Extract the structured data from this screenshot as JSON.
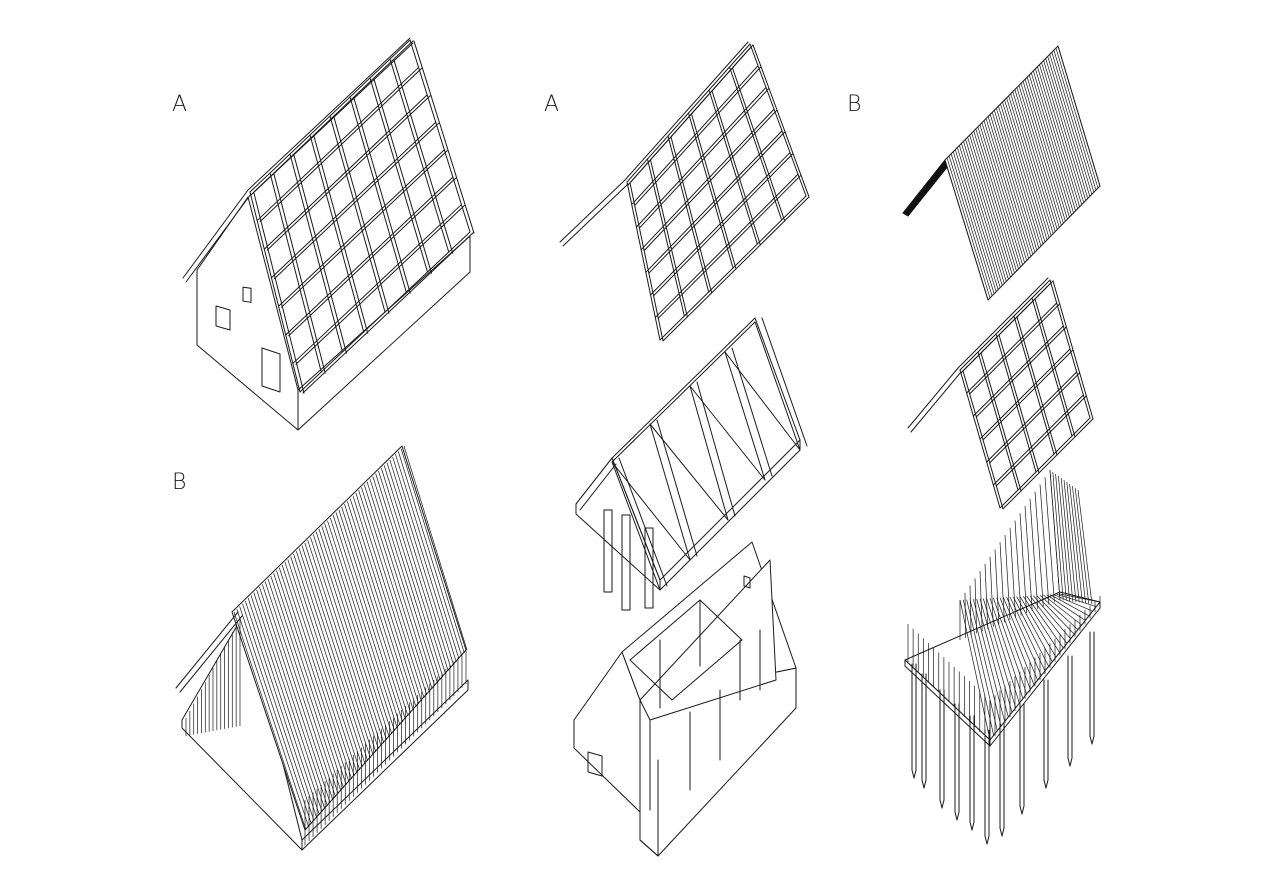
{
  "labels": {
    "top_left": "A",
    "bottom_left": "B",
    "middle_column": "A",
    "right_column": "B"
  },
  "colors": {
    "line": "#1a1a1a",
    "background": "#ffffff"
  }
}
